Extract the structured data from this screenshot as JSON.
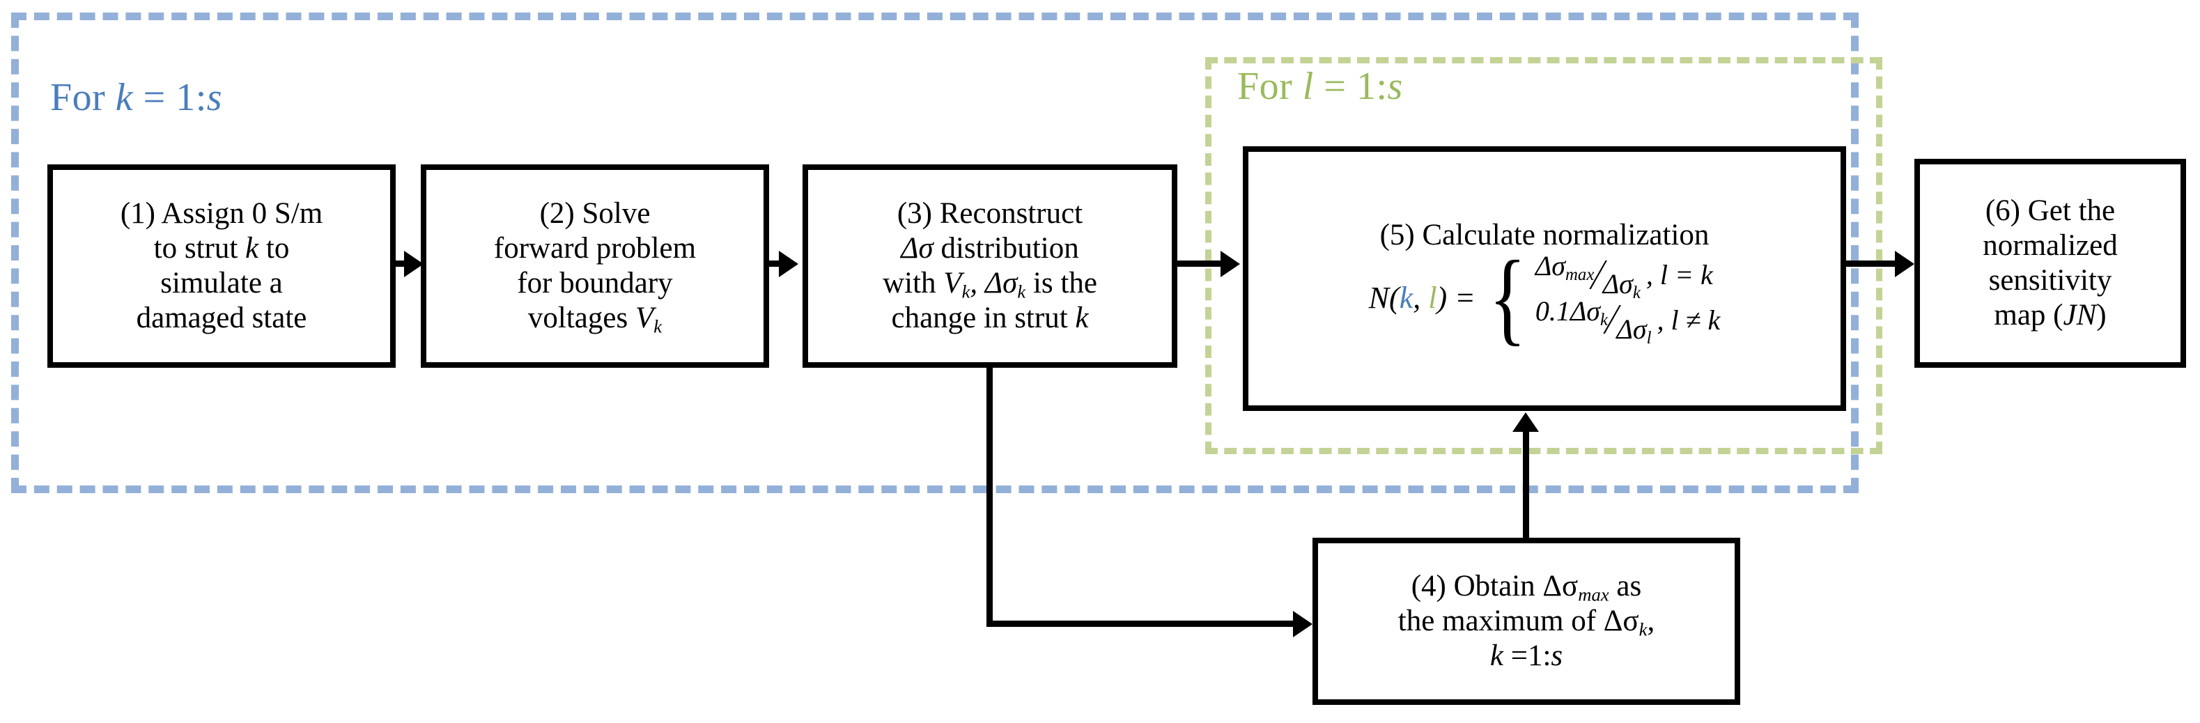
{
  "diagram": {
    "title": "EIT normalized sensitivity map computation flowchart",
    "colors": {
      "outer_loop_border": "#93b0d8",
      "outer_loop_text": "#4a7ebb",
      "inner_loop_border": "#c3d396",
      "inner_loop_text": "#9aba5c",
      "box_border": "#000000",
      "background": "#ffffff"
    },
    "loops": [
      {
        "id": "loop-k",
        "label_prefix": "For ",
        "label_var": "k",
        "label_suffix": " = 1:",
        "label_range_var": "s",
        "label_full": "For k = 1:s",
        "color": "#4a7ebb"
      },
      {
        "id": "loop-l",
        "label_prefix": "For ",
        "label_var": "l",
        "label_suffix": " = 1:",
        "label_range_var": "s",
        "label_full": "For l = 1:s",
        "color": "#9aba5c"
      }
    ],
    "boxes": {
      "box1": {
        "id": "(1)",
        "line1": "(1) Assign 0 S/m",
        "line2_a": "to strut ",
        "line2_var": "k",
        "line2_b": " to",
        "line3": "simulate a",
        "line4": "damaged state",
        "full_text": "(1) Assign 0 S/m to strut k to simulate a damaged state"
      },
      "box2": {
        "id": "(2)",
        "line1": "(2) Solve",
        "line2": "forward problem",
        "line3": "for boundary",
        "line4_a": "voltages ",
        "line4_var": "V",
        "line4_sub": "k",
        "full_text": "(2) Solve forward problem for boundary voltages Vk"
      },
      "box3": {
        "id": "(3)",
        "line1": "(3) Reconstruct",
        "line2_a": "Δσ",
        "line2_b": " distribution",
        "line3_a": "with ",
        "line3_v": "V",
        "line3_vsub": "k",
        "line3_c": ", Δσ",
        "line3_ssub": "k",
        "line3_d": " is the",
        "line4_a": "change in strut ",
        "line4_var": "k",
        "full_text": "(3) Reconstruct Δσ distribution with Vk, Δσk is the change in strut k"
      },
      "box4": {
        "id": "(4)",
        "line1_a": "(4) Obtain Δσ",
        "line1_sub": "max",
        "line1_b": " as",
        "line2_a": "the maximum of Δσ",
        "line2_sub": "k",
        "line2_b": ",",
        "line3_var": "k",
        "line3_rest": " =1:",
        "line3_range": "s",
        "full_text": "(4) Obtain Δσmax as the maximum of Δσk, k =1:s"
      },
      "box5": {
        "id": "(5)",
        "title": "(5) Calculate normalization",
        "lhs_n": "N",
        "lhs_open": "(",
        "lhs_k": "k",
        "lhs_comma": ", ",
        "lhs_l": "l",
        "lhs_close": ")",
        "lhs_eq": " = ",
        "case1": {
          "num_base": "Δσ",
          "num_sub": "max",
          "den_base": "Δσ",
          "den_sub": "k",
          "condition": ", l = k"
        },
        "case2": {
          "num_base": "0.1Δσ",
          "num_sub": "k",
          "den_base": "Δσ",
          "den_sub": "l",
          "condition": ", l ≠ k"
        },
        "full_text": "(5) Calculate normalization N(k, l) = { Δσmax/Δσk, l = k ; 0.1Δσk/Δσl, l ≠ k }"
      },
      "box6": {
        "id": "(6)",
        "line1": "(6) Get the",
        "line2": "normalized",
        "line3": "sensitivity",
        "line4_a": "map (",
        "line4_var": "JN",
        "line4_b": ")",
        "full_text": "(6) Get the normalized sensitivity map (JN)"
      }
    },
    "connectors": [
      {
        "name": "box1-to-box2",
        "from": "box1",
        "to": "box2",
        "style": "arrow-right"
      },
      {
        "name": "box2-to-box3",
        "from": "box2",
        "to": "box3",
        "style": "arrow-right"
      },
      {
        "name": "box3-to-box5",
        "from": "box3",
        "to": "box5",
        "style": "arrow-right"
      },
      {
        "name": "box3-to-box4",
        "from": "box3",
        "to": "box4",
        "style": "elbow-down-right-arrow"
      },
      {
        "name": "box4-to-box5",
        "from": "box4",
        "to": "box5",
        "style": "arrow-up"
      },
      {
        "name": "box5-to-box6",
        "from": "box5",
        "to": "box6",
        "style": "arrow-right"
      }
    ]
  }
}
